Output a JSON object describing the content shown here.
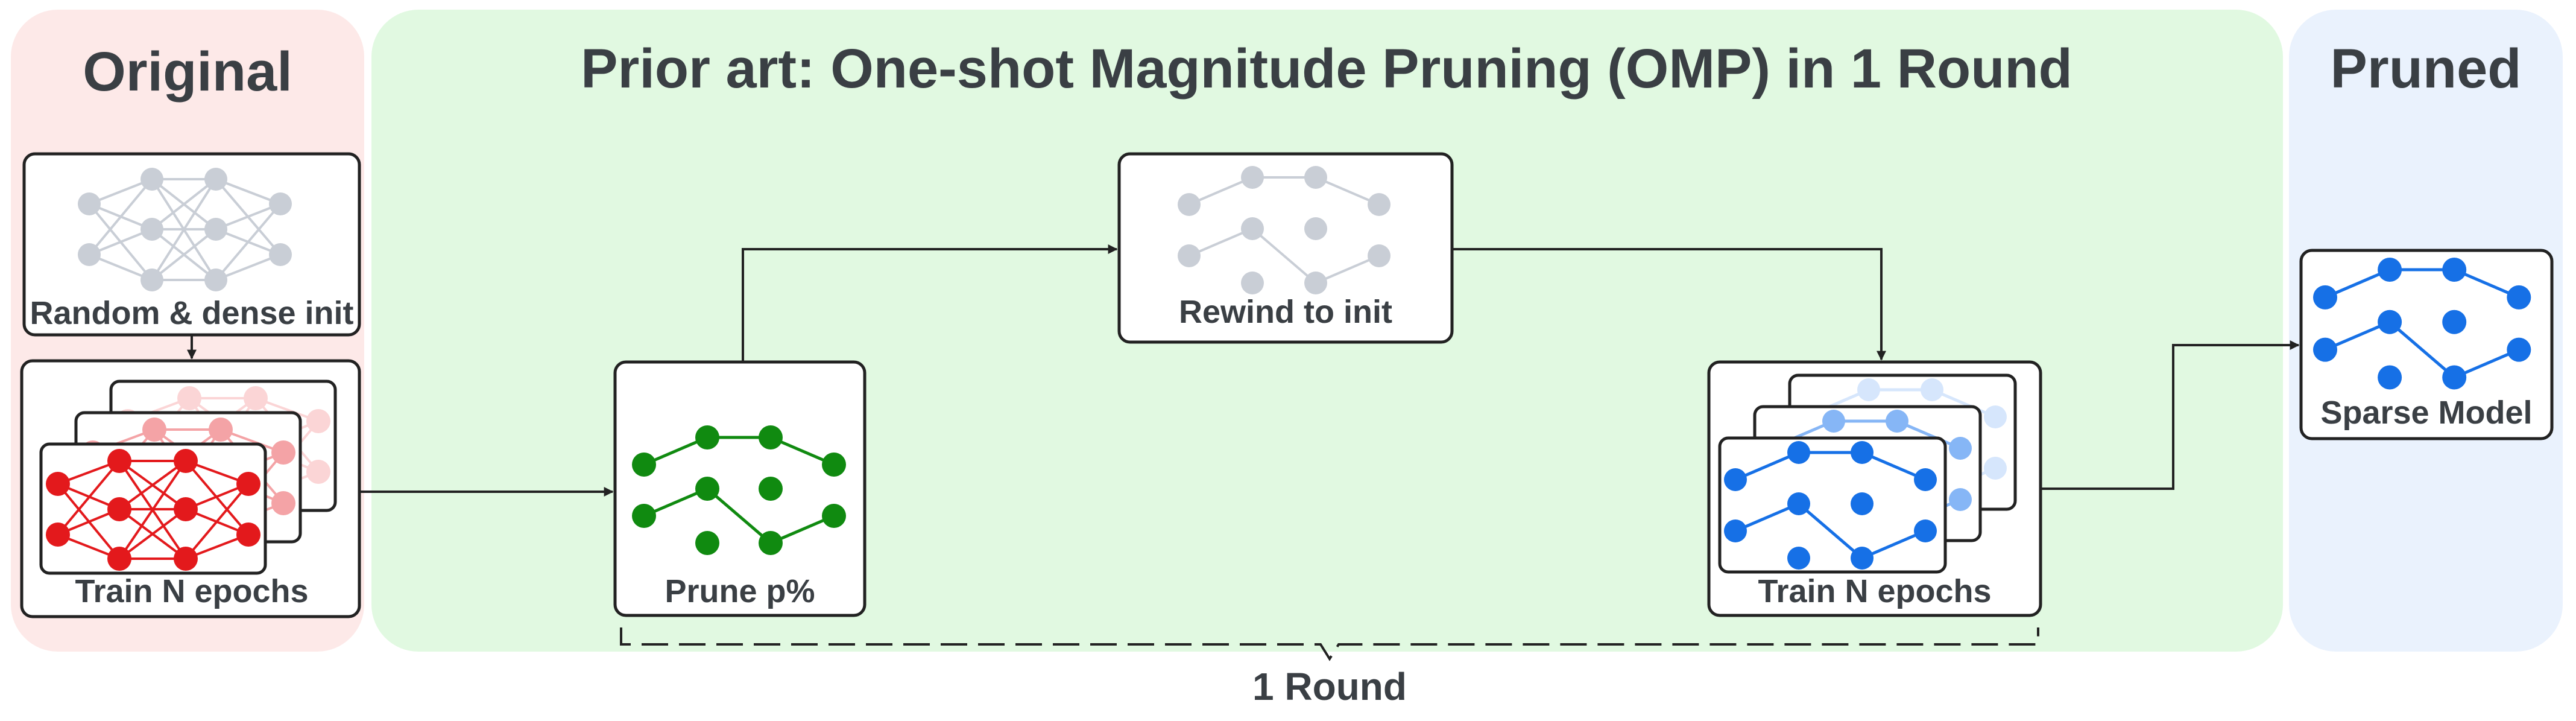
{
  "panels": {
    "original": {
      "title": "Original",
      "color": "#fde9e8"
    },
    "omp": {
      "title": "Prior art: One-shot Magnitude Pruning (OMP) in 1 Round",
      "color": "#e1f9e1"
    },
    "pruned": {
      "title": "Pruned",
      "color": "#eaf2fd"
    }
  },
  "boxes": {
    "random_init": {
      "label": "Random & dense init"
    },
    "train_original": {
      "label": "Train N epochs"
    },
    "prune": {
      "label": "Prune p%"
    },
    "rewind": {
      "label": "Rewind to init"
    },
    "train_retrain": {
      "label": "Train N epochs"
    },
    "sparse_model": {
      "label": "Sparse Model"
    }
  },
  "round_label": "1 Round",
  "colors": {
    "text": "#3a3f44",
    "gray_network": "#c9ced6",
    "red_network": "#e3191c",
    "red_faded": "#f4a3a6",
    "green_network": "#108a10",
    "blue_network": "#1670e6",
    "blue_faded": "#86b6f6",
    "arrow": "#222222"
  }
}
